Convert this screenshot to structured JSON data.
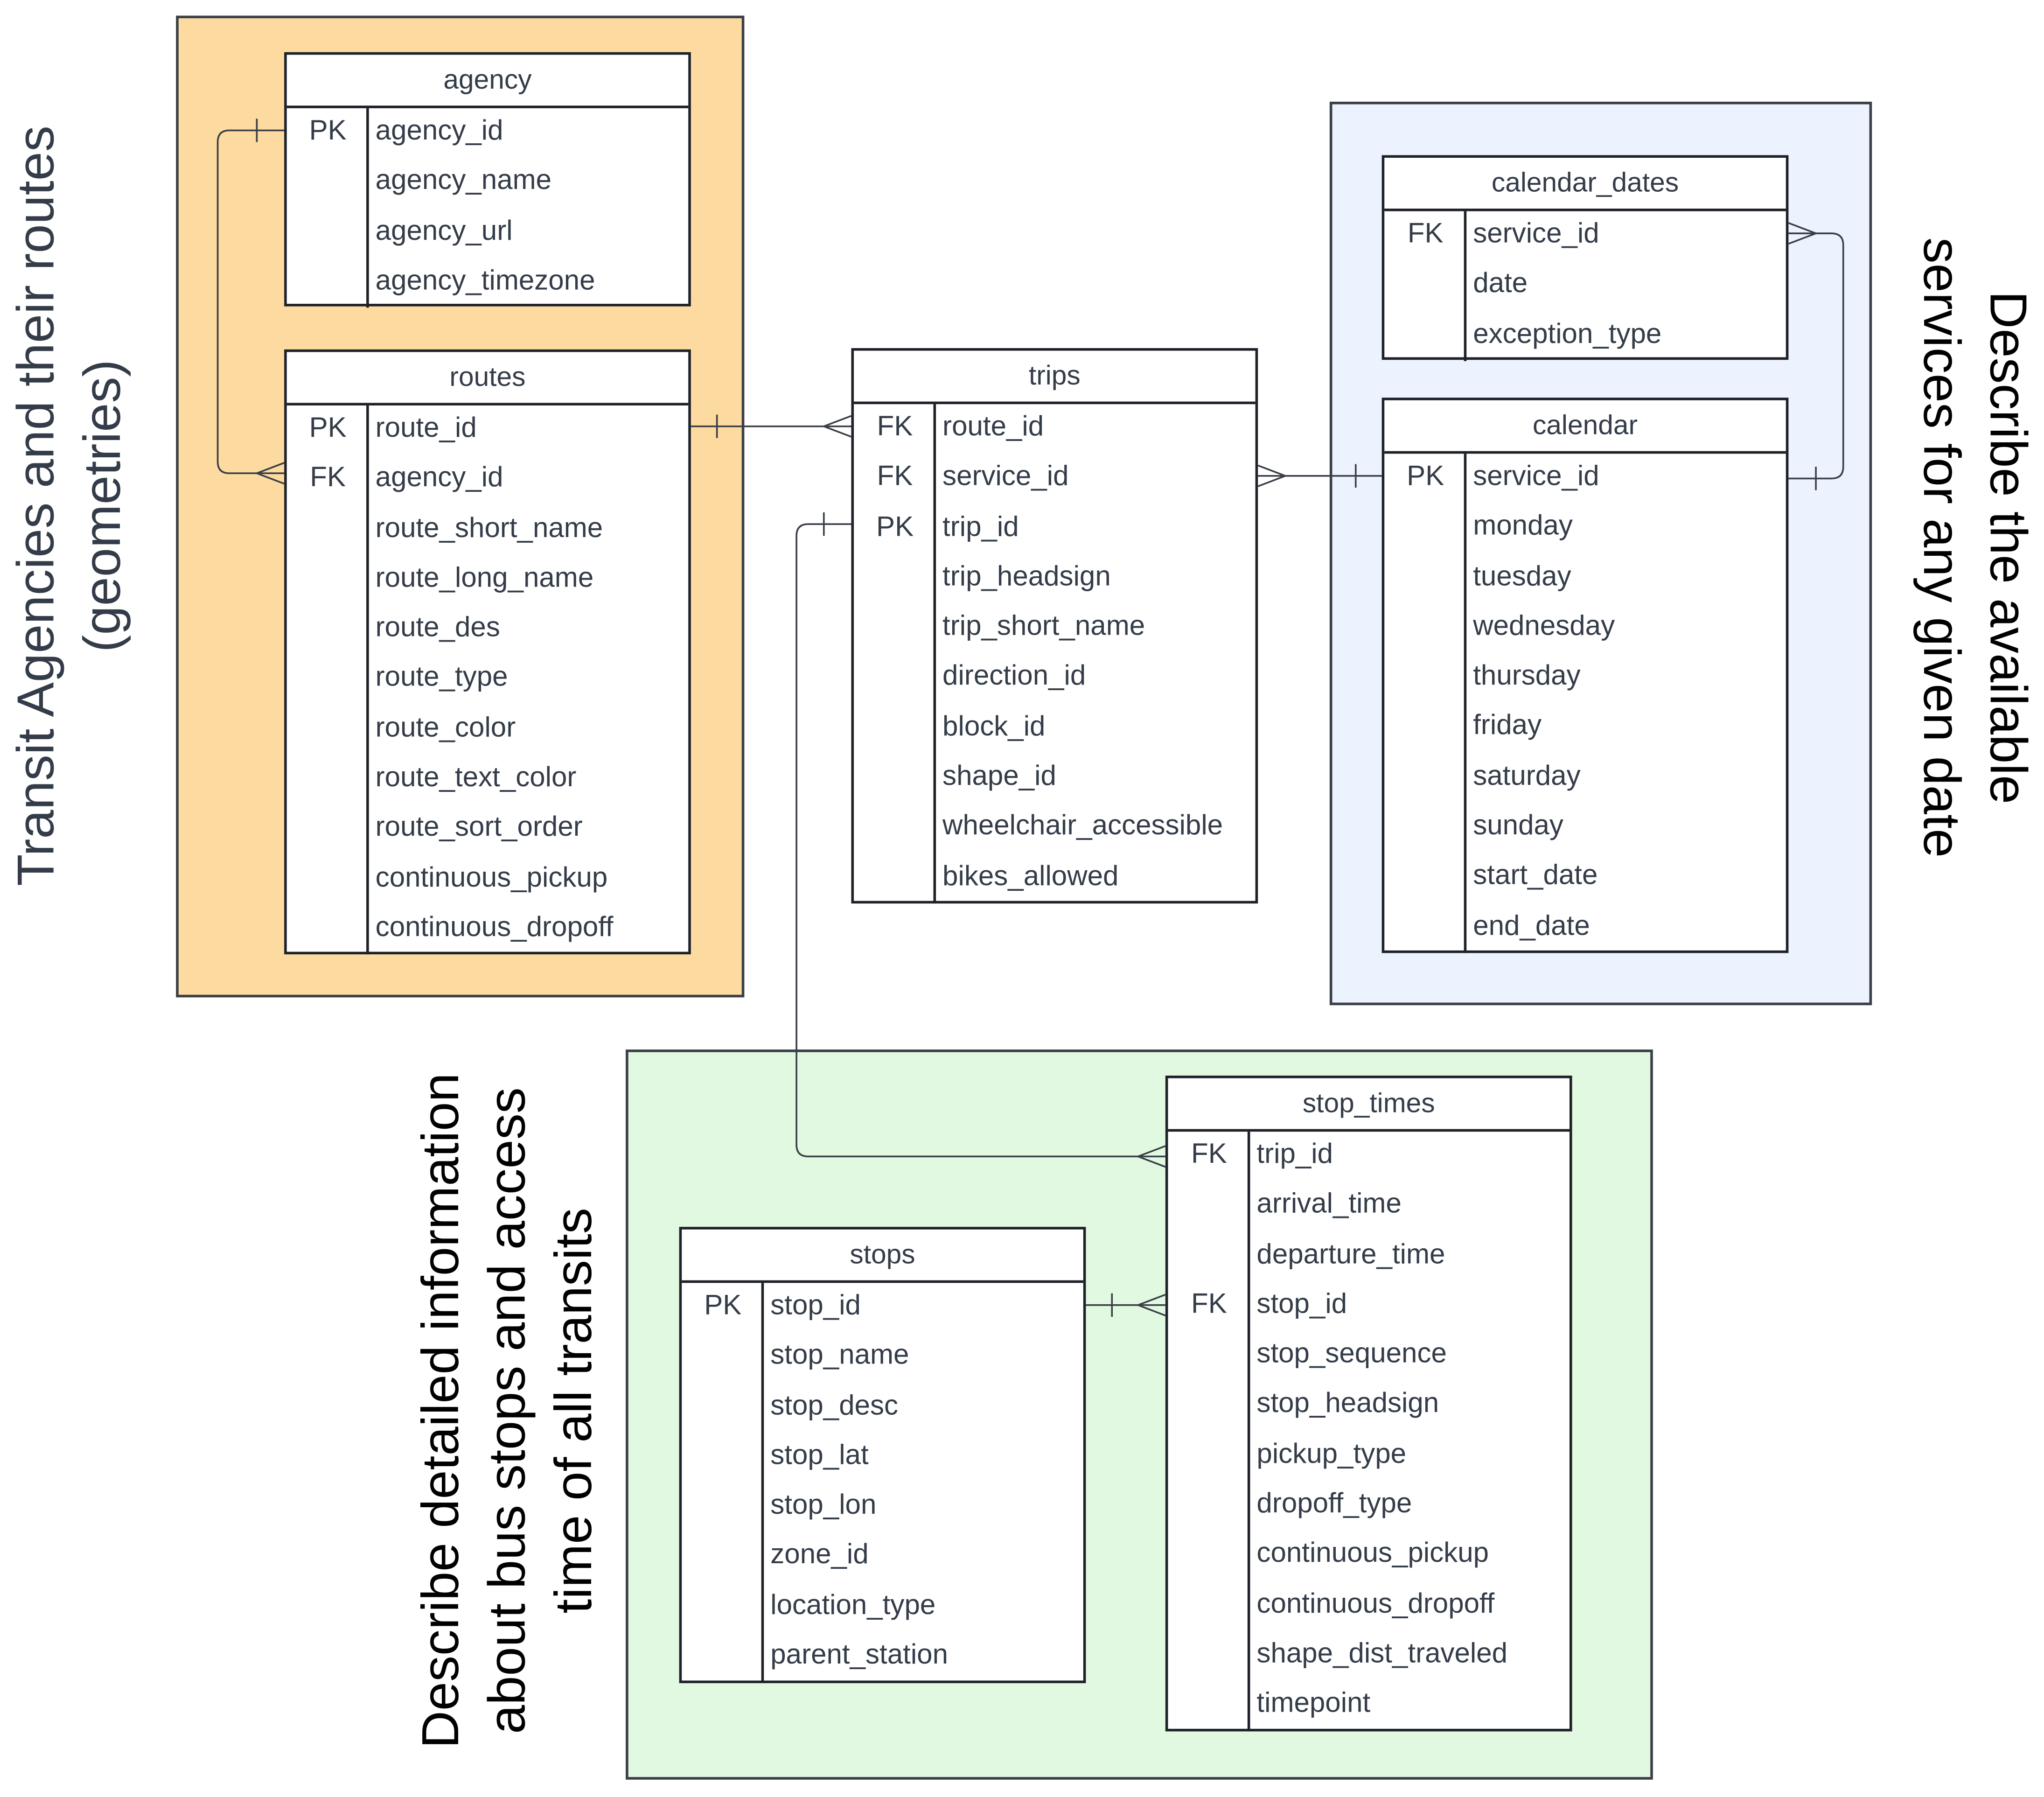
{
  "groups": {
    "agencies": "Transit Agencies and their routes\n(geometries)",
    "calendar": "Describe the available\nservices for any given date",
    "stops": "Describe detailed information\nabout bus stops and access\ntime of all transits"
  },
  "entities": {
    "agency": {
      "title": "agency",
      "fields": [
        {
          "key": "PK",
          "name": "agency_id"
        },
        {
          "key": "",
          "name": "agency_name"
        },
        {
          "key": "",
          "name": "agency_url"
        },
        {
          "key": "",
          "name": "agency_timezone"
        }
      ]
    },
    "routes": {
      "title": "routes",
      "fields": [
        {
          "key": "PK",
          "name": "route_id"
        },
        {
          "key": "FK",
          "name": "agency_id"
        },
        {
          "key": "",
          "name": "route_short_name"
        },
        {
          "key": "",
          "name": "route_long_name"
        },
        {
          "key": "",
          "name": "route_des"
        },
        {
          "key": "",
          "name": "route_type"
        },
        {
          "key": "",
          "name": "route_color"
        },
        {
          "key": "",
          "name": "route_text_color"
        },
        {
          "key": "",
          "name": "route_sort_order"
        },
        {
          "key": "",
          "name": "continuous_pickup"
        },
        {
          "key": "",
          "name": "continuous_dropoff"
        }
      ]
    },
    "trips": {
      "title": "trips",
      "fields": [
        {
          "key": "FK",
          "name": "route_id"
        },
        {
          "key": "FK",
          "name": "service_id"
        },
        {
          "key": "PK",
          "name": "trip_id"
        },
        {
          "key": "",
          "name": "trip_headsign"
        },
        {
          "key": "",
          "name": "trip_short_name"
        },
        {
          "key": "",
          "name": "direction_id"
        },
        {
          "key": "",
          "name": "block_id"
        },
        {
          "key": "",
          "name": "shape_id"
        },
        {
          "key": "",
          "name": "wheelchair_accessible"
        },
        {
          "key": "",
          "name": "bikes_allowed"
        }
      ]
    },
    "calendar_dates": {
      "title": "calendar_dates",
      "fields": [
        {
          "key": "FK",
          "name": "service_id"
        },
        {
          "key": "",
          "name": "date"
        },
        {
          "key": "",
          "name": "exception_type"
        }
      ]
    },
    "calendar": {
      "title": "calendar",
      "fields": [
        {
          "key": "PK",
          "name": "service_id"
        },
        {
          "key": "",
          "name": "monday"
        },
        {
          "key": "",
          "name": "tuesday"
        },
        {
          "key": "",
          "name": "wednesday"
        },
        {
          "key": "",
          "name": "thursday"
        },
        {
          "key": "",
          "name": "friday"
        },
        {
          "key": "",
          "name": "saturday"
        },
        {
          "key": "",
          "name": "sunday"
        },
        {
          "key": "",
          "name": "start_date"
        },
        {
          "key": "",
          "name": "end_date"
        }
      ]
    },
    "stop_times": {
      "title": "stop_times",
      "fields": [
        {
          "key": "FK",
          "name": "trip_id"
        },
        {
          "key": "",
          "name": "arrival_time"
        },
        {
          "key": "",
          "name": "departure_time"
        },
        {
          "key": "FK",
          "name": "stop_id"
        },
        {
          "key": "",
          "name": "stop_sequence"
        },
        {
          "key": "",
          "name": "stop_headsign"
        },
        {
          "key": "",
          "name": "pickup_type"
        },
        {
          "key": "",
          "name": "dropoff_type"
        },
        {
          "key": "",
          "name": "continuous_pickup"
        },
        {
          "key": "",
          "name": "continuous_dropoff"
        },
        {
          "key": "",
          "name": "shape_dist_traveled"
        },
        {
          "key": "",
          "name": "timepoint"
        }
      ]
    },
    "stops": {
      "title": "stops",
      "fields": [
        {
          "key": "PK",
          "name": "stop_id"
        },
        {
          "key": "",
          "name": "stop_name"
        },
        {
          "key": "",
          "name": "stop_desc"
        },
        {
          "key": "",
          "name": "stop_lat"
        },
        {
          "key": "",
          "name": "stop_lon"
        },
        {
          "key": "",
          "name": "zone_id"
        },
        {
          "key": "",
          "name": "location_type"
        },
        {
          "key": "",
          "name": "parent_station"
        }
      ]
    }
  },
  "relationships": [
    {
      "from": "agency.agency_id",
      "from_cardinality": "one",
      "to": "routes.agency_id",
      "to_cardinality": "many"
    },
    {
      "from": "routes.route_id",
      "from_cardinality": "one",
      "to": "trips.route_id",
      "to_cardinality": "many"
    },
    {
      "from": "calendar.service_id",
      "from_cardinality": "one",
      "to": "trips.service_id",
      "to_cardinality": "many"
    },
    {
      "from": "calendar.service_id",
      "from_cardinality": "one",
      "to": "calendar_dates.service_id",
      "to_cardinality": "many"
    },
    {
      "from": "trips.trip_id",
      "from_cardinality": "one",
      "to": "stop_times.trip_id",
      "to_cardinality": "many"
    },
    {
      "from": "stops.stop_id",
      "from_cardinality": "one",
      "to": "stop_times.stop_id",
      "to_cardinality": "many"
    }
  ]
}
